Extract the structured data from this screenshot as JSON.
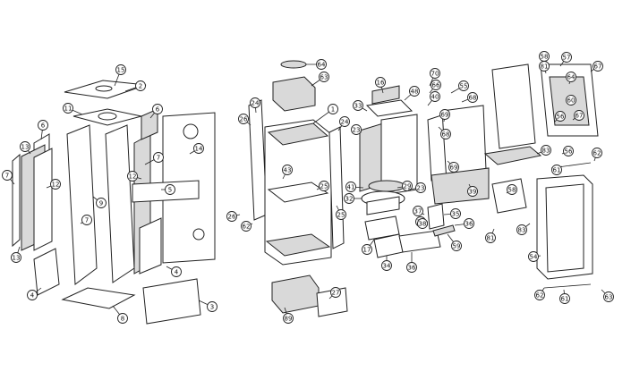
{
  "diagram": {
    "callouts": [
      "15",
      "2",
      "11",
      "6",
      "6",
      "13",
      "7",
      "12",
      "7",
      "9",
      "7",
      "12",
      "14",
      "5",
      "4",
      "4",
      "13",
      "8",
      "3",
      "64",
      "63",
      "24",
      "26",
      "1",
      "43",
      "25",
      "25",
      "24",
      "26",
      "62",
      "89",
      "27",
      "16",
      "48",
      "70",
      "66",
      "55",
      "68",
      "69",
      "40",
      "33",
      "23",
      "41",
      "29",
      "23",
      "32",
      "17",
      "34",
      "37",
      "38",
      "35",
      "36",
      "38",
      "59",
      "36",
      "57",
      "58",
      "81",
      "67",
      "64",
      "60",
      "56",
      "67",
      "68",
      "69",
      "83",
      "56",
      "61",
      "62",
      "58",
      "39",
      "81",
      "83",
      "54",
      "62",
      "61",
      "63"
    ]
  }
}
